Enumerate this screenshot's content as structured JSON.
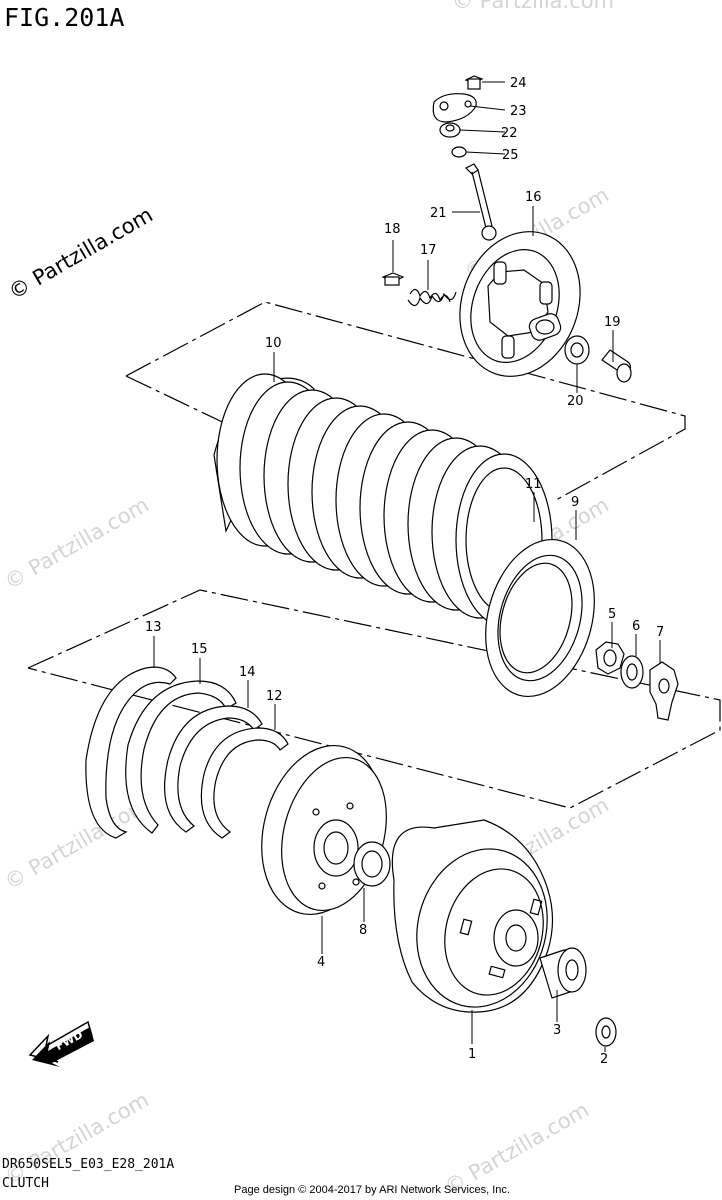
{
  "header": {
    "figure_title": "FIG.201A"
  },
  "watermark": {
    "primary": "© Partzilla.com",
    "repeat": "© Partzilla.com"
  },
  "parts": [
    {
      "id": "24",
      "label": "24"
    },
    {
      "id": "23",
      "label": "23"
    },
    {
      "id": "22",
      "label": "22"
    },
    {
      "id": "25",
      "label": "25"
    },
    {
      "id": "21",
      "label": "21"
    },
    {
      "id": "16",
      "label": "16"
    },
    {
      "id": "18",
      "label": "18"
    },
    {
      "id": "17",
      "label": "17"
    },
    {
      "id": "19",
      "label": "19"
    },
    {
      "id": "20",
      "label": "20"
    },
    {
      "id": "10",
      "label": "10"
    },
    {
      "id": "11",
      "label": "11"
    },
    {
      "id": "9",
      "label": "9"
    },
    {
      "id": "5",
      "label": "5"
    },
    {
      "id": "6",
      "label": "6"
    },
    {
      "id": "7",
      "label": "7"
    },
    {
      "id": "13",
      "label": "13"
    },
    {
      "id": "15",
      "label": "15"
    },
    {
      "id": "14",
      "label": "14"
    },
    {
      "id": "12",
      "label": "12"
    },
    {
      "id": "8",
      "label": "8"
    },
    {
      "id": "4",
      "label": "4"
    },
    {
      "id": "3",
      "label": "3"
    },
    {
      "id": "1",
      "label": "1"
    },
    {
      "id": "2",
      "label": "2"
    }
  ],
  "fwd": {
    "label": "FWD"
  },
  "footer": {
    "model_code": "DR650SEL5_E03_E28_201A",
    "section": "CLUTCH",
    "copyright": "Page design © 2004-2017 by ARI Network Services, Inc."
  }
}
